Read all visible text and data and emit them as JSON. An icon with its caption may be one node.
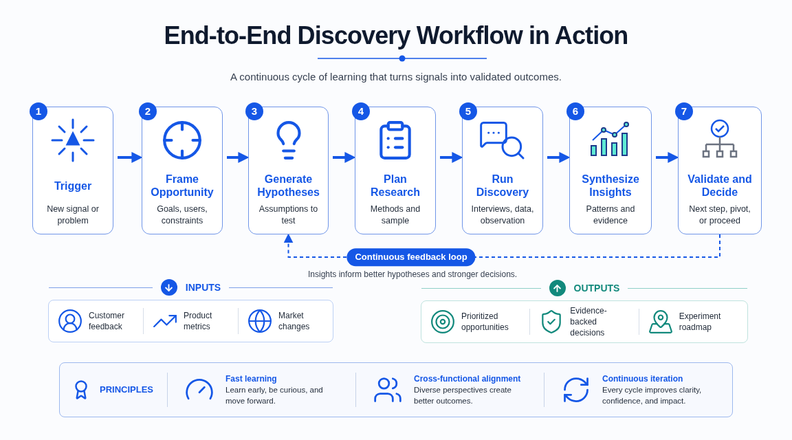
{
  "diagram": {
    "title": "End-to-End Discovery Workflow in Action",
    "nodes": [
      {
        "text": [
          "1",
          "Trigger",
          "New signal or problem"
        ]
      },
      {
        "text": [
          "2",
          "Frame Opportunity",
          "Goals, users, constraints"
        ]
      },
      {
        "text": [
          "3",
          "Generate Hypotheses",
          "Assumptions to test"
        ]
      },
      {
        "text": [
          "4",
          "Plan Research",
          "Methods and sample"
        ]
      },
      {
        "text": [
          "5",
          "Run Discovery",
          "Interviews, data, observation"
        ]
      },
      {
        "text": [
          "6",
          "Synthesize Insights",
          "Patterns and evidence"
        ]
      },
      {
        "text": [
          "7",
          "Validate and Decide",
          "Next step, pivot, or proceed"
        ]
      },
      {
        "text": [
          "INPUTS",
          "Customer feedback",
          "Product metrics",
          "Market changes"
        ]
      },
      {
        "text": [
          "OUTPUTS",
          "Prioritized opportunities",
          "Evidence-backed decisions",
          "Experiment roadmap"
        ]
      },
      {
        "text": [
          "PRINCIPLES",
          "Fast learning",
          "Learn early, be curious, and move forward.",
          "Cross-functional alignment",
          "Diverse perspectives create better outcomes.",
          "Continuous iteration",
          "Every cycle improves clarity, confidence, and impact."
        ]
      }
    ],
    "edges": [
      {
        "from": 0,
        "to": 1,
        "arrow": "to"
      },
      {
        "from": 1,
        "to": 2,
        "arrow": "to"
      },
      {
        "from": 2,
        "to": 3,
        "arrow": "to"
      },
      {
        "from": 3,
        "to": 4,
        "arrow": "to"
      },
      {
        "from": 4,
        "to": 5,
        "arrow": "to"
      },
      {
        "from": 5,
        "to": 6,
        "arrow": "to"
      },
      {
        "from": 6,
        "to": 2,
        "arrow": "to",
        "label": "Continuous feedback loop",
        "style": "dashed"
      }
    ],
    "labels": [
      "A continuous cycle of learning that turns signals into validated outcomes.",
      "Insights inform better hypotheses and stronger decisions."
    ]
  }
}
